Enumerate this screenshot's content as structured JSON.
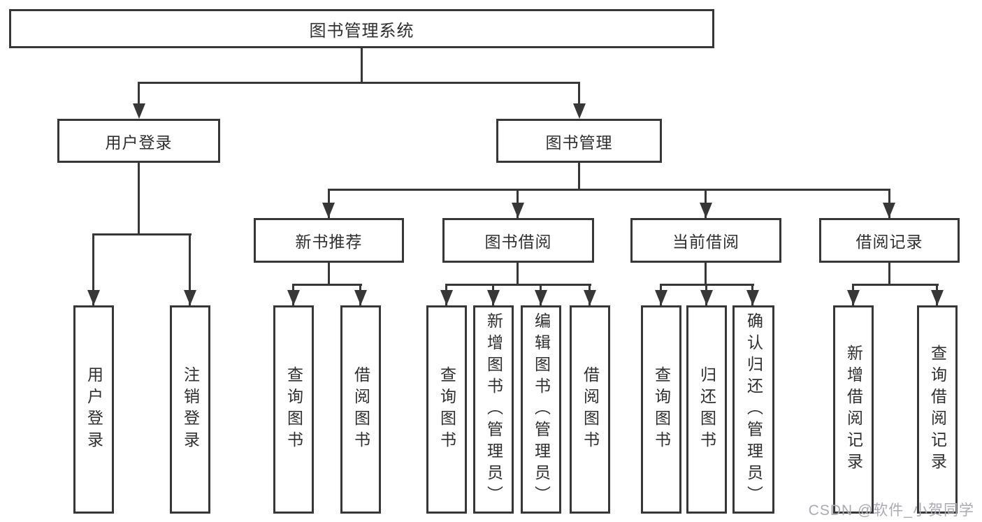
{
  "diagram": {
    "type": "hierarchy-tree",
    "colors": {
      "line": "#373737",
      "text": "#2f2f2f",
      "background": "#ffffff",
      "watermark": "#a9aab1"
    },
    "watermark": "CSDN @软件_小贺同学",
    "tree": {
      "root": {
        "label": "图书管理系统",
        "children": [
          {
            "label": "用户登录",
            "children": [
              {
                "label": "用户登录"
              },
              {
                "label": "注销登录"
              }
            ]
          },
          {
            "label": "图书管理",
            "children": [
              {
                "label": "新书推荐",
                "children": [
                  {
                    "label": "查询图书"
                  },
                  {
                    "label": "借阅图书"
                  }
                ]
              },
              {
                "label": "图书借阅",
                "children": [
                  {
                    "label": "查询图书"
                  },
                  {
                    "label": "新增图书（管理员）"
                  },
                  {
                    "label": "编辑图书（管理员）"
                  },
                  {
                    "label": "借阅图书"
                  }
                ]
              },
              {
                "label": "当前借阅",
                "children": [
                  {
                    "label": "查询图书"
                  },
                  {
                    "label": "归还图书"
                  },
                  {
                    "label": "确认归还（管理员）"
                  }
                ]
              },
              {
                "label": "借阅记录",
                "children": [
                  {
                    "label": "新增借阅记录"
                  },
                  {
                    "label": "查询借阅记录"
                  }
                ]
              }
            ]
          }
        ]
      }
    }
  }
}
